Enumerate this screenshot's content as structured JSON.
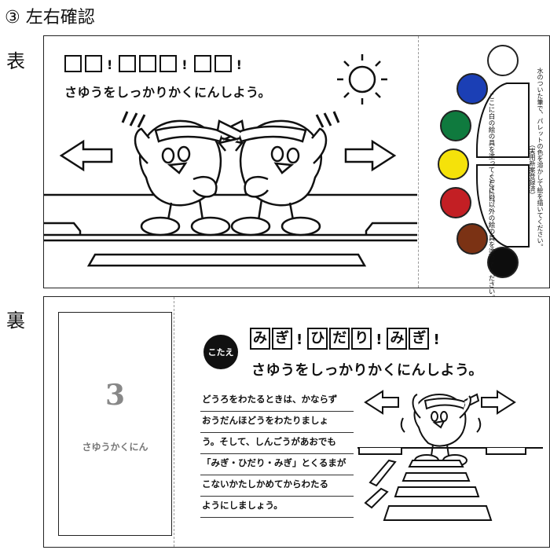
{
  "page": {
    "title": "③ 左右確認"
  },
  "front": {
    "label": "表",
    "boxes_line": {
      "groups": [
        2,
        3,
        2
      ],
      "separator": "!"
    },
    "headline": "さゆうをしっかりかくにんしよう。",
    "palette_text": [
      "ここに白の絵の具を塗ってください。",
      "ここに白以外の絵の具を塗ってください。",
      "水のついた筆で、パレットの色を溶かして絵を描いてください。",
      "（実用新案登録済）"
    ],
    "palette_colors": [
      "#ffffff",
      "#1b3fb5",
      "#0f7a3e",
      "#f5e20a",
      "#c31f24",
      "#7b3214",
      "#0d0d0d"
    ]
  },
  "back": {
    "label": "裏",
    "card": {
      "number": "3",
      "title": "さゆうかくにん"
    },
    "answer_badge": "こたえ",
    "answer_words": [
      [
        "み",
        "ぎ"
      ],
      [
        "ひ",
        "だ",
        "り"
      ],
      [
        "み",
        "ぎ"
      ]
    ],
    "answer_separator": "!",
    "headline": "さゆうをしっかりかくにんしよう。",
    "body_lines": [
      "どうろをわたるときは、かならず",
      "おうだんほどうをわたりましょ",
      "う。そして、しんごうがあおでも",
      "「みぎ・ひだり・みぎ」とくるまが",
      "こないかたしかめてからわたる",
      "ようにしましょう。"
    ]
  }
}
